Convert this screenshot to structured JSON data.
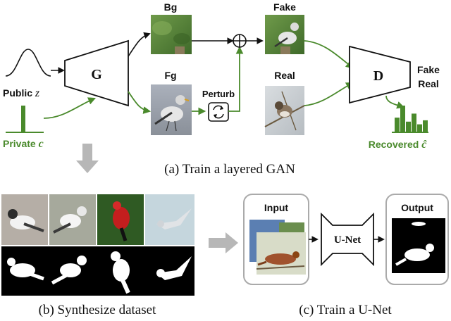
{
  "colors": {
    "green": "#4a8a2c",
    "black": "#111111",
    "panel_border": "#aaaaaa",
    "mask_black": "#000000",
    "mask_white": "#ffffff"
  },
  "part_a": {
    "public_label": "Public",
    "public_var": "z",
    "private_label": "Private",
    "private_var": "c",
    "generator": "G",
    "bg_label": "Bg",
    "fg_label": "Fg",
    "perturb_label": "Perturb",
    "fake_label": "Fake",
    "real_label": "Real",
    "discriminator": "D",
    "d_out_fake": "Fake",
    "d_out_real": "Real",
    "recovered_label": "Recovered",
    "recovered_var": "ĉ",
    "caption": "(a) Train a layered GAN",
    "histogram_bars": [
      0.55,
      1.0,
      0.4,
      0.7,
      0.3,
      0.45
    ]
  },
  "part_b": {
    "caption": "(b) Synthesize dataset"
  },
  "part_c": {
    "input_label": "Input",
    "unet_label": "U-Net",
    "output_label": "Output",
    "caption": "(c) Train a U-Net"
  }
}
